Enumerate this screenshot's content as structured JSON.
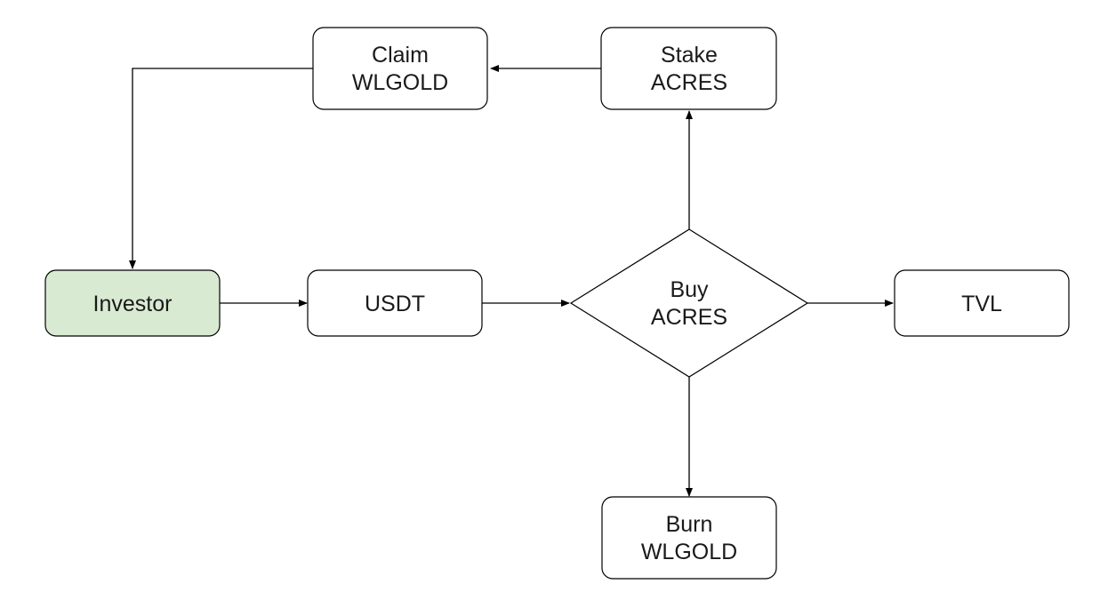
{
  "colors": {
    "investor_fill": "#d9ead3",
    "box_fill": "#ffffff",
    "stroke": "#000000",
    "text": "#1a1a1a"
  },
  "nodes": {
    "claim": {
      "line1": "Claim",
      "line2": "WLGOLD"
    },
    "stake": {
      "line1": "Stake",
      "line2": "ACRES"
    },
    "investor": {
      "label": "Investor"
    },
    "usdt": {
      "label": "USDT"
    },
    "buy": {
      "line1": "Buy",
      "line2": "ACRES"
    },
    "tvl": {
      "label": "TVL"
    },
    "burn": {
      "line1": "Burn",
      "line2": "WLGOLD"
    }
  }
}
